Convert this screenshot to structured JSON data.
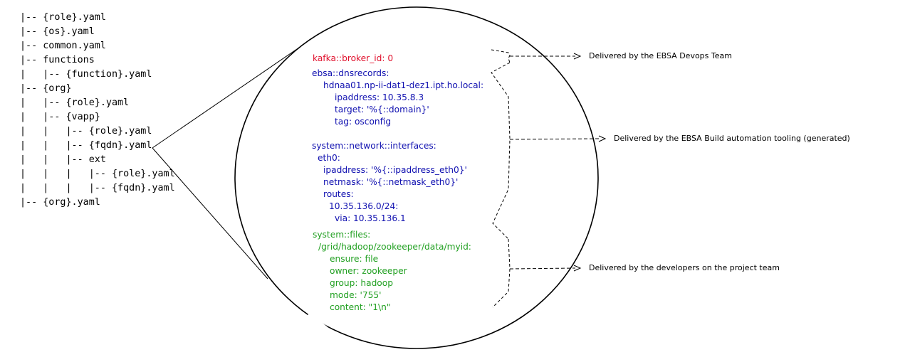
{
  "file_tree": [
    "|-- {role}.yaml",
    "|-- {os}.yaml",
    "|-- common.yaml",
    "|-- functions",
    "|   |-- {function}.yaml",
    "|-- {org}",
    "|   |-- {role}.yaml",
    "|   |-- {vapp}",
    "|   |   |-- {role}.yaml",
    "|   |   |-- {fqdn}.yaml",
    "|   |   |-- ext",
    "|   |   |   |-- {role}.yaml",
    "|   |   |   |-- {fqdn}.yaml",
    "|-- {org}.yaml"
  ],
  "yaml_lines": [
    {
      "text": "kafka::broker_id: 0",
      "group": "devops"
    },
    {
      "text": "ebsa::dnsrecords:",
      "group": "build"
    },
    {
      "text": "hdnaa01.np-ii-dat1-dez1.ipt.ho.local:",
      "group": "build"
    },
    {
      "text": "ipaddress: 10.35.8.3",
      "group": "build"
    },
    {
      "text": "target: '%{::domain}'",
      "group": "build"
    },
    {
      "text": "tag: osconfig",
      "group": "build"
    },
    {
      "text": "system::network::interfaces:",
      "group": "build"
    },
    {
      "text": "eth0:",
      "group": "build"
    },
    {
      "text": "ipaddress: '%{::ipaddress_eth0}'",
      "group": "build"
    },
    {
      "text": "netmask: '%{::netmask_eth0}'",
      "group": "build"
    },
    {
      "text": "routes:",
      "group": "build"
    },
    {
      "text": "10.35.136.0/24:",
      "group": "build"
    },
    {
      "text": "via: 10.35.136.1",
      "group": "build"
    },
    {
      "text": "system::files:",
      "group": "dev"
    },
    {
      "text": "/grid/hadoop/zookeeper/data/myid:",
      "group": "dev"
    },
    {
      "text": "ensure: file",
      "group": "dev"
    },
    {
      "text": "owner: zookeeper",
      "group": "dev"
    },
    {
      "text": "group: hadoop",
      "group": "dev"
    },
    {
      "text": "mode: '755'",
      "group": "dev"
    },
    {
      "text": "content: \"1\\n\"",
      "group": "dev"
    }
  ],
  "annotations": {
    "devops": "Delivered by the EBSA Devops Team",
    "build": "Delivered by the EBSA Build automation tooling (generated)",
    "dev": "Delivered by the developers on the project team"
  },
  "colors": {
    "devops": "#e0102c",
    "build": "#1010b0",
    "dev": "#22a022"
  }
}
